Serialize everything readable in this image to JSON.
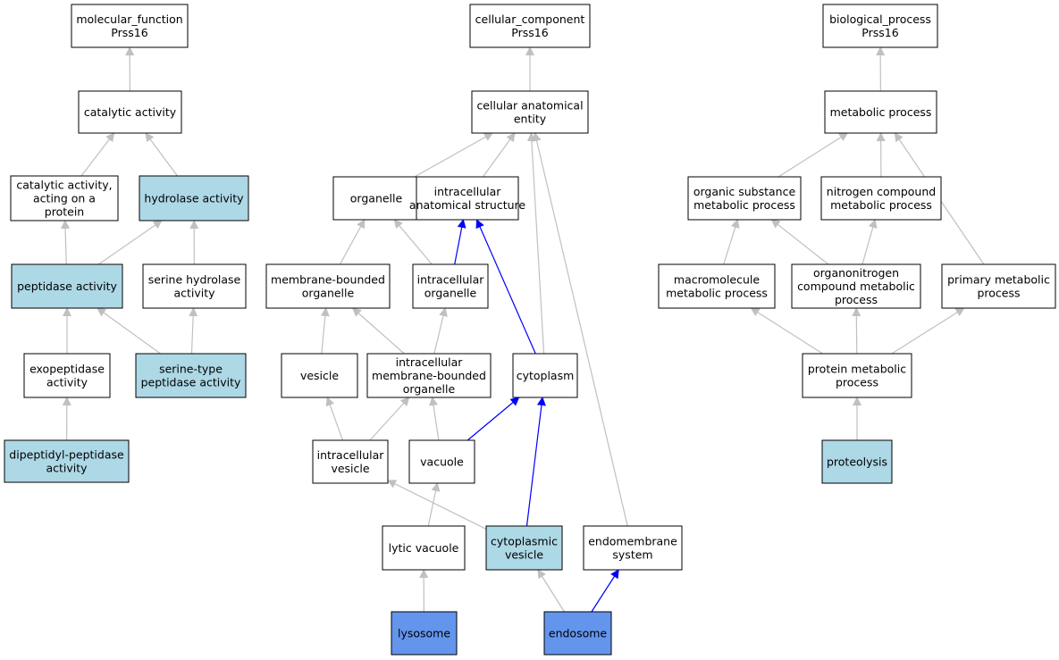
{
  "colors": {
    "plain": "#ffffff",
    "highlight": "#add8e6",
    "focus": "#6495ed",
    "edge_grey": "#c0c0c0",
    "edge_blue": "#0000ff"
  },
  "nodes": [
    {
      "id": "mf",
      "lines": [
        "molecular_function",
        "Prss16"
      ],
      "style": "plain"
    },
    {
      "id": "cat",
      "lines": [
        "catalytic activity"
      ],
      "style": "plain"
    },
    {
      "id": "catprot",
      "lines": [
        "catalytic activity,",
        "acting on a",
        "protein"
      ],
      "style": "plain"
    },
    {
      "id": "hyd",
      "lines": [
        "hydrolase activity"
      ],
      "style": "highlight"
    },
    {
      "id": "pep",
      "lines": [
        "peptidase activity"
      ],
      "style": "highlight"
    },
    {
      "id": "serhyd",
      "lines": [
        "serine hydrolase",
        "activity"
      ],
      "style": "plain"
    },
    {
      "id": "exo",
      "lines": [
        "exopeptidase",
        "activity"
      ],
      "style": "plain"
    },
    {
      "id": "serpep",
      "lines": [
        "serine-type",
        "peptidase activity"
      ],
      "style": "highlight"
    },
    {
      "id": "dip",
      "lines": [
        "dipeptidyl-peptidase",
        "activity"
      ],
      "style": "highlight"
    },
    {
      "id": "cc",
      "lines": [
        "cellular_component",
        "Prss16"
      ],
      "style": "plain"
    },
    {
      "id": "cae",
      "lines": [
        "cellular anatomical",
        "entity"
      ],
      "style": "plain"
    },
    {
      "id": "org",
      "lines": [
        "organelle"
      ],
      "style": "plain"
    },
    {
      "id": "ias",
      "lines": [
        "intracellular",
        "anatomical structure"
      ],
      "style": "plain"
    },
    {
      "id": "mbo",
      "lines": [
        "membrane-bounded",
        "organelle"
      ],
      "style": "plain"
    },
    {
      "id": "io",
      "lines": [
        "intracellular",
        "organelle"
      ],
      "style": "plain"
    },
    {
      "id": "ves",
      "lines": [
        "vesicle"
      ],
      "style": "plain"
    },
    {
      "id": "imbo",
      "lines": [
        "intracellular",
        "membrane-bounded",
        "organelle"
      ],
      "style": "plain"
    },
    {
      "id": "cyto",
      "lines": [
        "cytoplasm"
      ],
      "style": "plain"
    },
    {
      "id": "iv",
      "lines": [
        "intracellular",
        "vesicle"
      ],
      "style": "plain"
    },
    {
      "id": "vac",
      "lines": [
        "vacuole"
      ],
      "style": "plain"
    },
    {
      "id": "lv",
      "lines": [
        "lytic vacuole"
      ],
      "style": "plain"
    },
    {
      "id": "cv",
      "lines": [
        "cytoplasmic",
        "vesicle"
      ],
      "style": "highlight"
    },
    {
      "id": "es",
      "lines": [
        "endomembrane",
        "system"
      ],
      "style": "plain"
    },
    {
      "id": "lys",
      "lines": [
        "lysosome"
      ],
      "style": "focus"
    },
    {
      "id": "endo",
      "lines": [
        "endosome"
      ],
      "style": "focus"
    },
    {
      "id": "bp",
      "lines": [
        "biological_process",
        "Prss16"
      ],
      "style": "plain"
    },
    {
      "id": "met",
      "lines": [
        "metabolic process"
      ],
      "style": "plain"
    },
    {
      "id": "osm",
      "lines": [
        "organic substance",
        "metabolic process"
      ],
      "style": "plain"
    },
    {
      "id": "ncm",
      "lines": [
        "nitrogen compound",
        "metabolic process"
      ],
      "style": "plain"
    },
    {
      "id": "mmp",
      "lines": [
        "macromolecule",
        "metabolic process"
      ],
      "style": "plain"
    },
    {
      "id": "oncm",
      "lines": [
        "organonitrogen",
        "compound metabolic",
        "process"
      ],
      "style": "plain"
    },
    {
      "id": "pmp",
      "lines": [
        "primary metabolic",
        "process"
      ],
      "style": "plain"
    },
    {
      "id": "prot",
      "lines": [
        "protein metabolic",
        "process"
      ],
      "style": "plain"
    },
    {
      "id": "pro",
      "lines": [
        "proteolysis"
      ],
      "style": "highlight"
    }
  ],
  "edges": [
    {
      "from": "cat",
      "to": "mf",
      "style": "grey"
    },
    {
      "from": "catprot",
      "to": "cat",
      "style": "grey"
    },
    {
      "from": "hyd",
      "to": "cat",
      "style": "grey"
    },
    {
      "from": "pep",
      "to": "catprot",
      "style": "grey"
    },
    {
      "from": "pep",
      "to": "hyd",
      "style": "grey"
    },
    {
      "from": "serhyd",
      "to": "hyd",
      "style": "grey"
    },
    {
      "from": "exo",
      "to": "pep",
      "style": "grey"
    },
    {
      "from": "serpep",
      "to": "pep",
      "style": "grey"
    },
    {
      "from": "serpep",
      "to": "serhyd",
      "style": "grey"
    },
    {
      "from": "dip",
      "to": "exo",
      "style": "grey"
    },
    {
      "from": "cae",
      "to": "cc",
      "style": "grey"
    },
    {
      "from": "org",
      "to": "cae",
      "style": "grey"
    },
    {
      "from": "ias",
      "to": "cae",
      "style": "grey"
    },
    {
      "from": "cyto",
      "to": "cae",
      "style": "grey"
    },
    {
      "from": "es",
      "to": "cae",
      "style": "grey"
    },
    {
      "from": "mbo",
      "to": "org",
      "style": "grey"
    },
    {
      "from": "io",
      "to": "org",
      "style": "grey"
    },
    {
      "from": "io",
      "to": "ias",
      "style": "blue"
    },
    {
      "from": "cyto",
      "to": "ias",
      "style": "blue"
    },
    {
      "from": "ves",
      "to": "mbo",
      "style": "grey"
    },
    {
      "from": "imbo",
      "to": "mbo",
      "style": "grey"
    },
    {
      "from": "imbo",
      "to": "io",
      "style": "grey"
    },
    {
      "from": "iv",
      "to": "ves",
      "style": "grey"
    },
    {
      "from": "iv",
      "to": "imbo",
      "style": "grey"
    },
    {
      "from": "vac",
      "to": "imbo",
      "style": "grey"
    },
    {
      "from": "vac",
      "to": "cyto",
      "style": "blue"
    },
    {
      "from": "lv",
      "to": "vac",
      "style": "grey"
    },
    {
      "from": "cv",
      "to": "iv",
      "style": "grey"
    },
    {
      "from": "cv",
      "to": "cyto",
      "style": "blue"
    },
    {
      "from": "lys",
      "to": "lv",
      "style": "grey"
    },
    {
      "from": "endo",
      "to": "cv",
      "style": "grey"
    },
    {
      "from": "endo",
      "to": "es",
      "style": "blue"
    },
    {
      "from": "met",
      "to": "bp",
      "style": "grey"
    },
    {
      "from": "osm",
      "to": "met",
      "style": "grey"
    },
    {
      "from": "ncm",
      "to": "met",
      "style": "grey"
    },
    {
      "from": "pmp",
      "to": "met",
      "style": "grey"
    },
    {
      "from": "mmp",
      "to": "osm",
      "style": "grey"
    },
    {
      "from": "oncm",
      "to": "osm",
      "style": "grey"
    },
    {
      "from": "oncm",
      "to": "ncm",
      "style": "grey"
    },
    {
      "from": "prot",
      "to": "mmp",
      "style": "grey"
    },
    {
      "from": "prot",
      "to": "oncm",
      "style": "grey"
    },
    {
      "from": "prot",
      "to": "pmp",
      "style": "grey"
    },
    {
      "from": "pro",
      "to": "prot",
      "style": "grey"
    }
  ]
}
